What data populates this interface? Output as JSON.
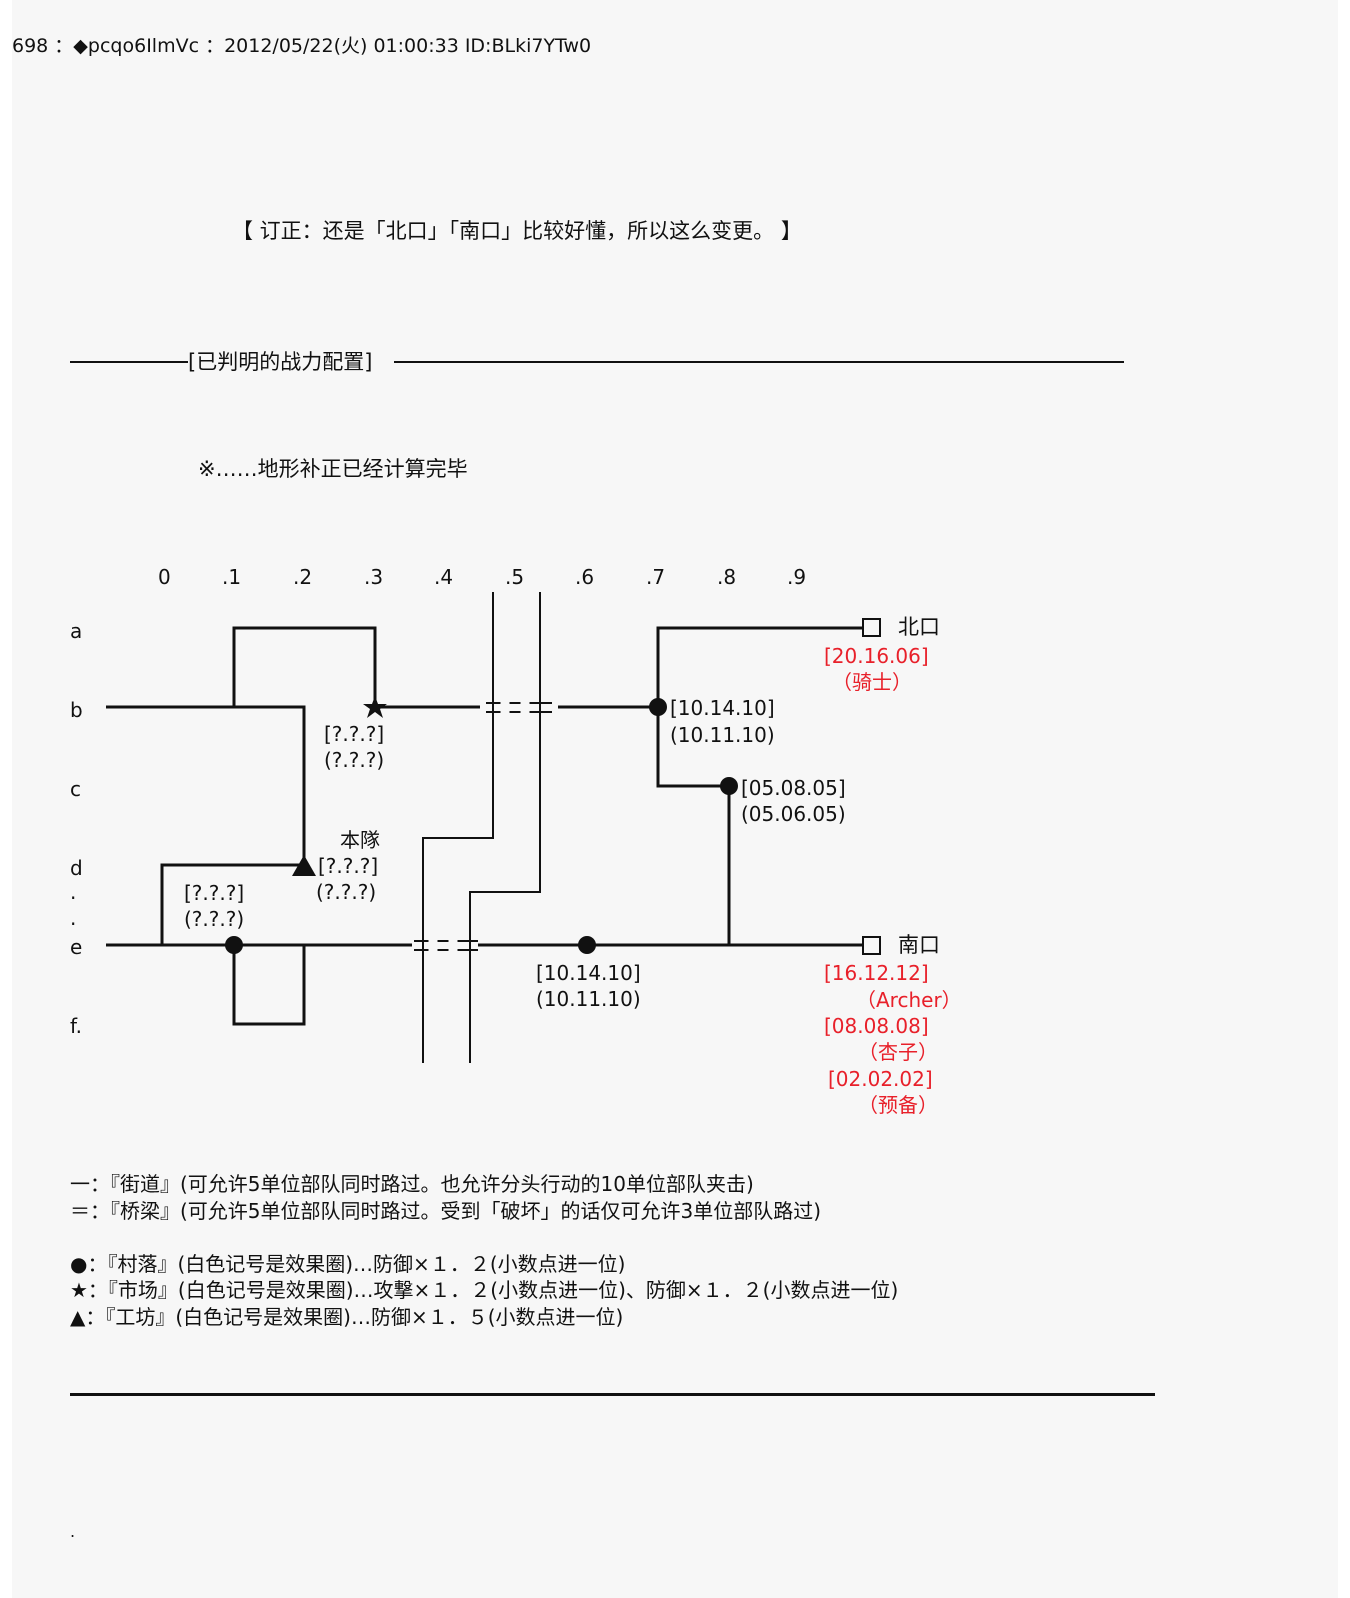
{
  "header": "698 ：◆pcqo6IlmVc ：2012/05/22(火) 01:00:33 ID:BLki7YTw0",
  "correction": "【  订正：还是「北口」「南口」比较好懂，所以这么变更。 】",
  "section_title": "[已判明的战力配置]",
  "note": "※……地形补正已经计算完毕",
  "map": {
    "columns": [
      "0",
      ".1",
      ".2",
      ".3",
      ".4",
      ".5",
      ".6",
      ".7",
      ".8",
      ".9"
    ],
    "rows": [
      "a",
      "b",
      "c",
      "d",
      ".",
      ".",
      "e",
      "f."
    ],
    "star_values": "[?.?.?]",
    "star_defense": "(?.?.?)",
    "b7_values": "[10.14.10]",
    "b7_defense": "(10.11.10)",
    "c8_values": "[05.08.05]",
    "c8_defense": "(05.06.05)",
    "main_force_label": "本隊",
    "main_force_values": "[?.?.?]",
    "main_force_defense": "(?.?.?)",
    "e1_values": "[?.?.?]",
    "e1_defense": "(?.?.?)",
    "e6_values": "[10.14.10]",
    "e6_defense": "(10.11.10)",
    "north_gate": "北口",
    "north_values": "[20.16.06]",
    "north_unit": "（骑士）",
    "south_gate": "南口",
    "south_units": [
      {
        "values": "[16.12.12]",
        "name": "（Archer）"
      },
      {
        "values": "[08.08.08]",
        "name": "（杏子）"
      },
      {
        "values": "[02.02.02]",
        "name": "（预备）"
      }
    ],
    "colors": {
      "ink": "#111111",
      "enemy": "#e8202a"
    }
  },
  "legend": [
    "一：『街道』(可允许5单位部队同时路过。也允许分头行动的10单位部队夹击)",
    "＝：『桥梁』(可允许5单位部队同时路过。受到「破坏」的话仅可允许3单位部队路过)",
    "●：『村落』(白色记号是效果圈)…防御×１．２(小数点进一位)",
    "★：『市场』(白色记号是效果圈)…攻撃×１．２(小数点进一位)、防御×１．２(小数点进一位)",
    "▲：『工坊』(白色记号是效果圈)…防御×１．５(小数点进一位)"
  ],
  "footer_dot": "."
}
